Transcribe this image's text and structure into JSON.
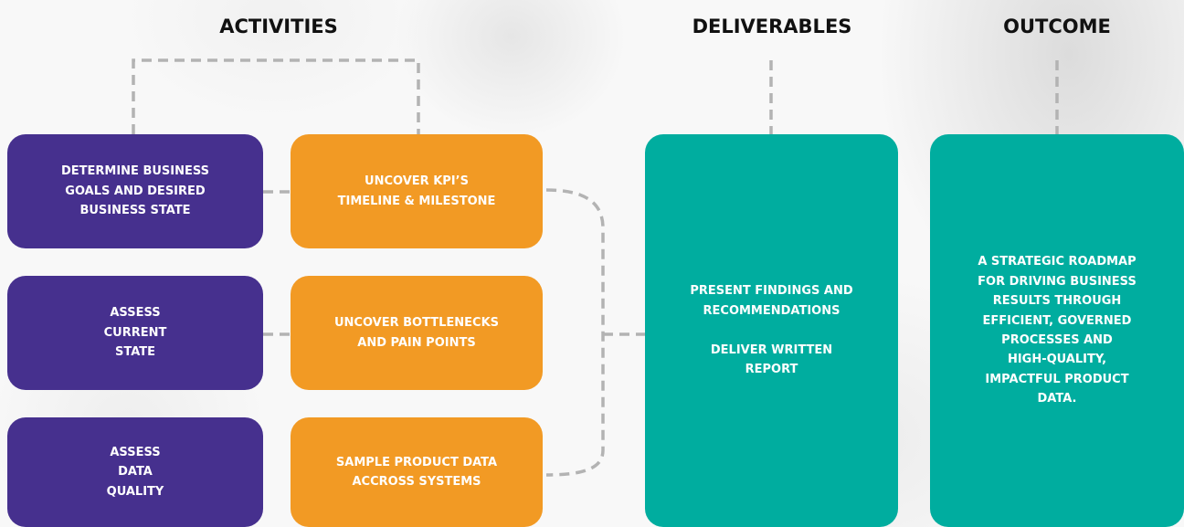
{
  "headings": {
    "activities": "ACTIVITIES",
    "deliverables": "DELIVERABLES",
    "outcome": "OUTCOME"
  },
  "activities": {
    "goals": "DETERMINE BUSINESS\nGOALS AND DESIRED\nBUSINESS STATE",
    "current_state": "ASSESS\nCURRENT\nSTATE",
    "data_quality": "ASSESS\nDATA\nQUALITY",
    "kpis": "UNCOVER KPI’S\nTIMELINE & MILESTONE",
    "bottlenecks": "UNCOVER BOTTLENECKS\nAND PAIN POINTS",
    "sample_data": "SAMPLE PRODUCT DATA\nACCROSS SYSTEMS"
  },
  "deliverables": {
    "text": "PRESENT FINDINGS AND\nRECOMMENDATIONS\n\nDELIVER WRITTEN\nREPORT"
  },
  "outcome": {
    "text": "A STRATEGIC ROADMAP\nFOR DRIVING BUSINESS\nRESULTS THROUGH\nEFFICIENT, GOVERNED\nPROCESSES AND\nHIGH-QUALITY,\nIMPACTFUL PRODUCT\nDATA."
  },
  "colors": {
    "activity_primary": "#46308e",
    "activity_secondary": "#f29a24",
    "deliverable": "#00ad9f",
    "connector": "#b3b3b3"
  }
}
